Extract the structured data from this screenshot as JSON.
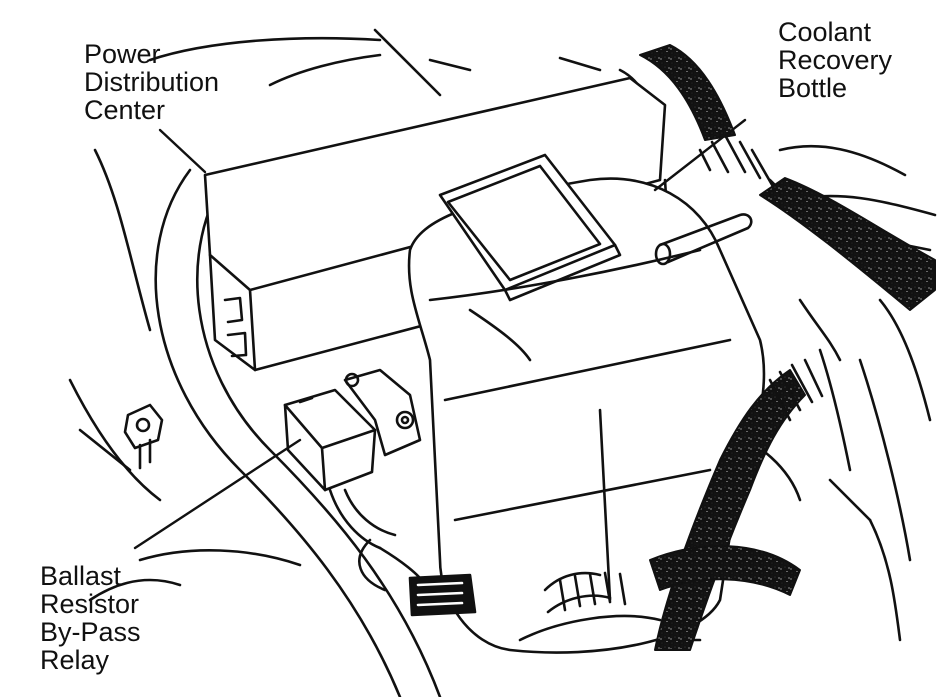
{
  "callouts": {
    "power_distribution_center": {
      "line1": "Power",
      "line2": "Distribution",
      "line3": "Center"
    },
    "coolant_recovery_bottle": {
      "line1": "Coolant",
      "line2": "Recovery",
      "line3": "Bottle"
    },
    "ballast_resistor_bypass_relay": {
      "line1": "Ballast",
      "line2": "Resistor",
      "line3": "By-Pass",
      "line4": "Relay"
    }
  },
  "colors": {
    "ink": "#111111",
    "paper": "#ffffff"
  }
}
